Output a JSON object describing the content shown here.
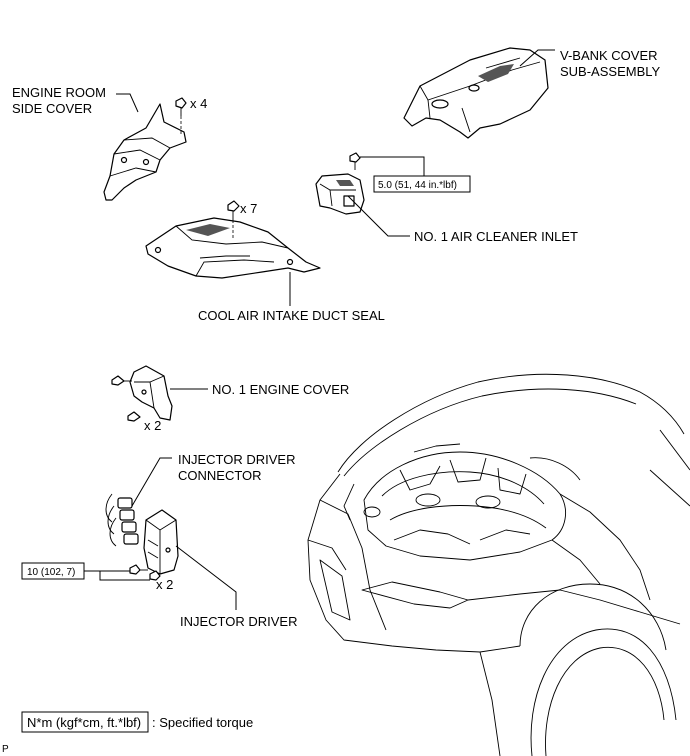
{
  "labels": {
    "engine_room_side_cover_l1": "ENGINE ROOM",
    "engine_room_side_cover_l2": "SIDE COVER",
    "v_bank_cover_l1": "V-BANK COVER",
    "v_bank_cover_l2": "SUB-ASSEMBLY",
    "no1_air_cleaner_inlet": "NO. 1 AIR CLEANER INLET",
    "cool_air_intake_duct_seal": "COOL AIR INTAKE DUCT SEAL",
    "no1_engine_cover": "NO. 1 ENGINE COVER",
    "injector_driver_connector_l1": "INJECTOR DRIVER",
    "injector_driver_connector_l2": "CONNECTOR",
    "injector_driver": "INJECTOR DRIVER"
  },
  "quantities": {
    "side_cover_bolts": "x 4",
    "duct_seal_clips": "x 7",
    "engine_cover_clips": "x 2",
    "injector_driver_bolts": "x 2"
  },
  "torques": {
    "air_cleaner_inlet": "5.0 (51, 44 in.*lbf)",
    "injector_driver": "10 (102, 7)"
  },
  "legend": {
    "unit_box": "N*m (kgf*cm, ft.*lbf)",
    "description": ": Specified torque"
  },
  "corner_mark": "P"
}
